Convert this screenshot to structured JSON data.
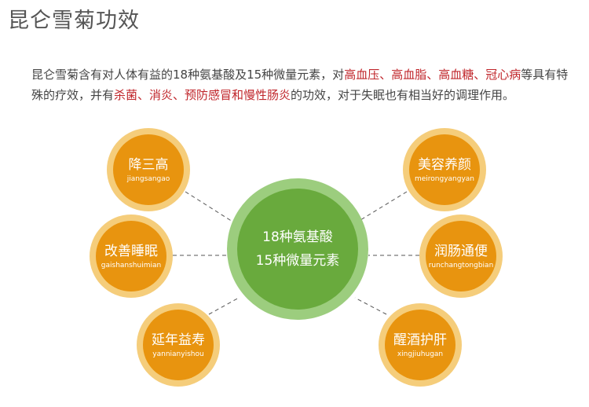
{
  "title": "昆仑雪菊功效",
  "intro": {
    "segments": [
      {
        "text": "昆仑雪菊含有对人体有益的18种氨基酸及15种微量元素，对",
        "highlight": false
      },
      {
        "text": "高血压、高血脂、高血糖、冠心病",
        "highlight": true
      },
      {
        "text": "等具有特殊的疗效，并有",
        "highlight": false
      },
      {
        "text": "杀菌、消炎、预防感冒和慢性肠炎",
        "highlight": true
      },
      {
        "text": "的功效，对于失眠也有相当好的调理作用。",
        "highlight": false
      }
    ]
  },
  "center": {
    "line1": "18种氨基酸",
    "line2": "15种微量元素"
  },
  "nodes": [
    {
      "id": "jiangsangao",
      "cn": "降三高",
      "py": "jiangsangao"
    },
    {
      "id": "gaishanshuimian",
      "cn": "改善睡眠",
      "py": "gaishanshuimian"
    },
    {
      "id": "yannianyishou",
      "cn": "延年益寿",
      "py": "yannianyishou"
    },
    {
      "id": "meirongyangyan",
      "cn": "美容养颜",
      "py": "meirongyangyan"
    },
    {
      "id": "runchangtongbian",
      "cn": "润肠通便",
      "py": "runchangtongbian"
    },
    {
      "id": "xingjiuhugan",
      "cn": "醒酒护肝",
      "py": "xingjiuhugan"
    }
  ],
  "colors": {
    "node_core": "#e8940f",
    "node_ring": "#f5cd7b",
    "center_core": "#69aa3d",
    "center_ring": "#9ccd7e",
    "highlight_text": "#c0262b"
  }
}
